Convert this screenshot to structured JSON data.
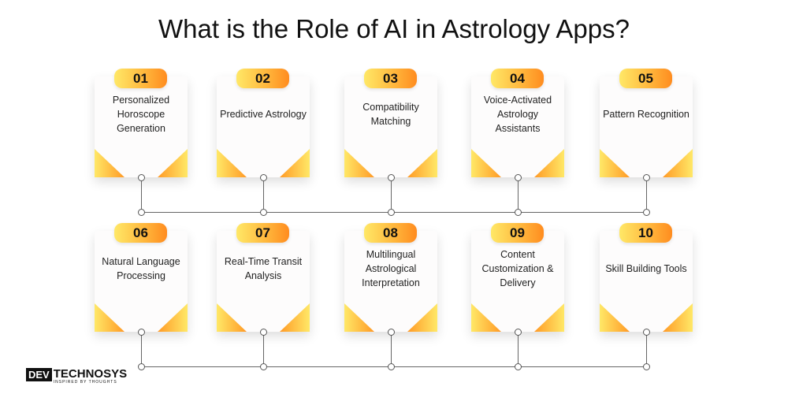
{
  "title": "What is the Role of AI in Astrology Apps?",
  "items": [
    {
      "number": "01",
      "label": "Personalized Horoscope Generation"
    },
    {
      "number": "02",
      "label": "Predictive Astrology"
    },
    {
      "number": "03",
      "label": "Compatibility Matching"
    },
    {
      "number": "04",
      "label": "Voice-Activated Astrology Assistants"
    },
    {
      "number": "05",
      "label": "Pattern Recognition"
    },
    {
      "number": "06",
      "label": "Natural Language Processing"
    },
    {
      "number": "07",
      "label": "Real-Time Transit Analysis"
    },
    {
      "number": "08",
      "label": "Multilingual Astrological Interpretation"
    },
    {
      "number": "09",
      "label": "Content Customization & Delivery"
    },
    {
      "number": "10",
      "label": "Skill Building Tools"
    }
  ],
  "logo": {
    "mark": "DEV",
    "name": "TECHNOSYS",
    "tagline": "INSPIRED BY THOUGHTS"
  },
  "colors": {
    "accent_start": "#ffe867",
    "accent_end": "#ff8c1f"
  }
}
